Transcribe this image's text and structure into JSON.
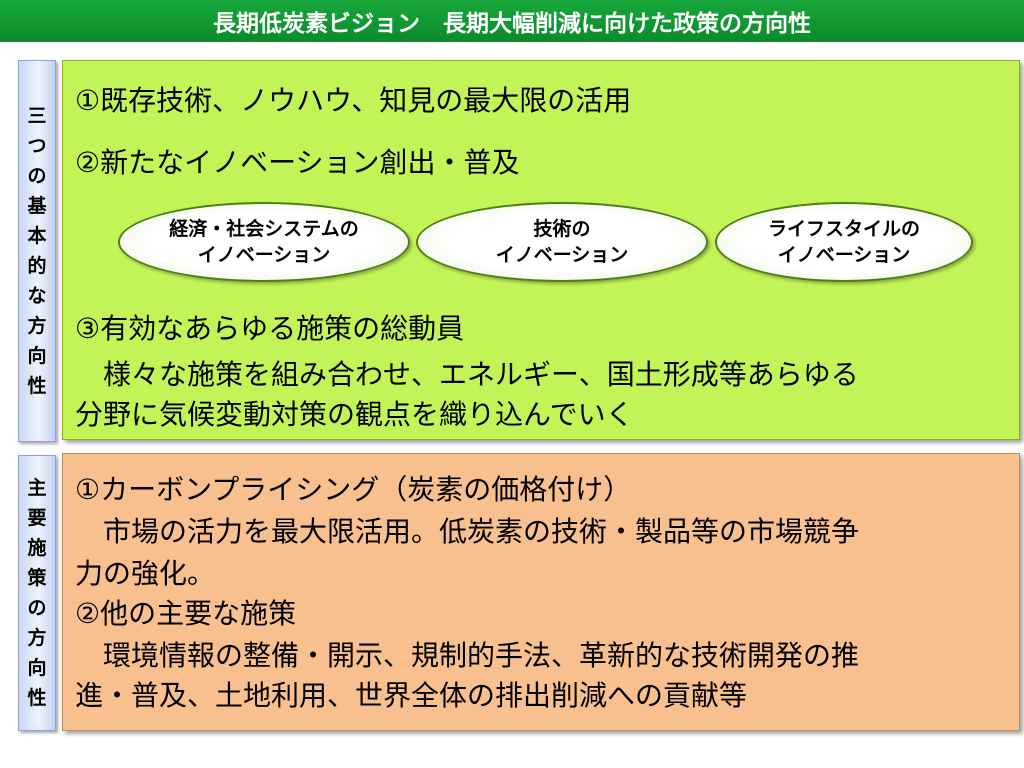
{
  "title": "長期低炭素ビジョン　長期大幅削減に向けた政策の方向性",
  "side_labels": {
    "basic_direction": [
      "三",
      "つ",
      "の",
      "基",
      "本",
      "的",
      "な",
      "方",
      "向",
      "性"
    ],
    "main_policy": [
      "主",
      "要",
      "施",
      "策",
      "の",
      "方",
      "向",
      "性"
    ]
  },
  "basic": {
    "item1": "①既存技術、ノウハウ、知見の最大限の活用",
    "item2": "②新たなイノベーション創出・普及",
    "ovals": [
      {
        "line1": "経済・社会システムの",
        "line2": "イノベーション"
      },
      {
        "line1": "技術の",
        "line2": "イノベーション"
      },
      {
        "line1": "ライフスタイルの",
        "line2": "イノベーション"
      }
    ],
    "item3": "③有効なあらゆる施策の総動員",
    "item3_desc_line1": "　様々な施策を組み合わせ、エネルギー、国土形成等あらゆる",
    "item3_desc_line2": "分野に気候変動対策の観点を織り込んでいく"
  },
  "policy": {
    "item1": "①カーボンプライシング（炭素の価格付け）",
    "item1_desc_line1": "　市場の活力を最大限活用。低炭素の技術・製品等の市場競争",
    "item1_desc_line2": "力の強化。",
    "item2": "②他の主要な施策",
    "item2_desc_line1": "　環境情報の整備・開示、規制的手法、革新的な技術開発の推",
    "item2_desc_line2": "進・普及、土地利用、世界全体の排出削減への貢献等"
  }
}
